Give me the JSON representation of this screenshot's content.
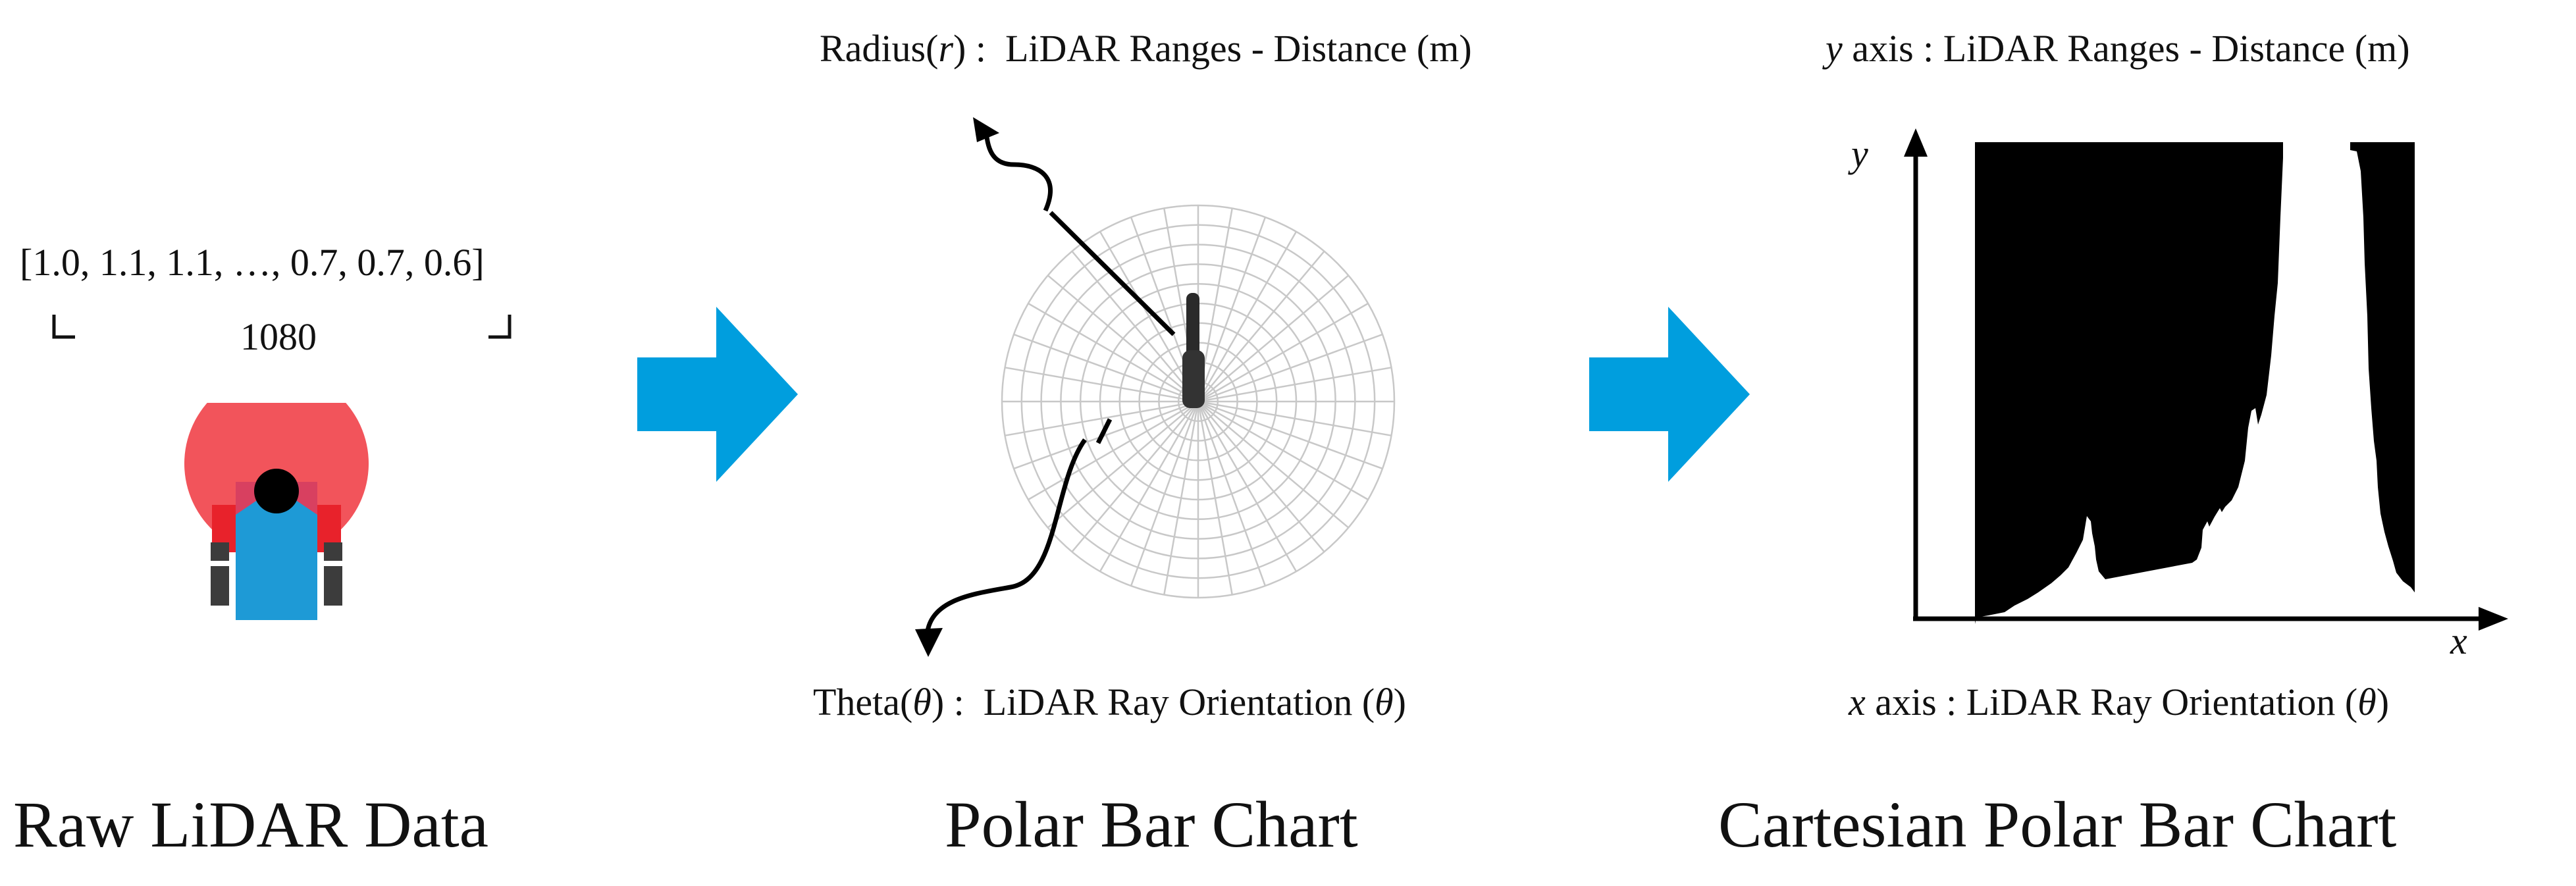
{
  "raw": {
    "array_text": "[1.0, 1.1, 1.1, …, 0.7, 0.7, 0.6]",
    "count": "1080",
    "title": "Raw LiDAR Data"
  },
  "polar": {
    "radius_symbol": "r",
    "radius_text": "LiDAR Ranges - Distance (m)",
    "theta_symbol": "θ",
    "theta_text": "LiDAR Ray Orientation (",
    "title": "Polar Bar Chart"
  },
  "cartesian": {
    "y_symbol": "y",
    "y_text": "axis : LiDAR Ranges - Distance (m)",
    "x_symbol": "x",
    "x_text": "axis : LiDAR Ray Orientation (",
    "y_axis_label": "y",
    "x_axis_label": "x",
    "title": "Cartesian Polar Bar Chart"
  },
  "colors": {
    "arrow": "#009ede",
    "robot_body": "#1e9ad6",
    "robot_fov": "#f2545b",
    "robot_sensor": "#e8222b",
    "wheel": "#3c3c3c",
    "grid": "#c8c8c8",
    "fill": "#000000"
  },
  "icons": [
    "robot-icon",
    "right-arrow-icon",
    "curved-arrow-icon"
  ]
}
